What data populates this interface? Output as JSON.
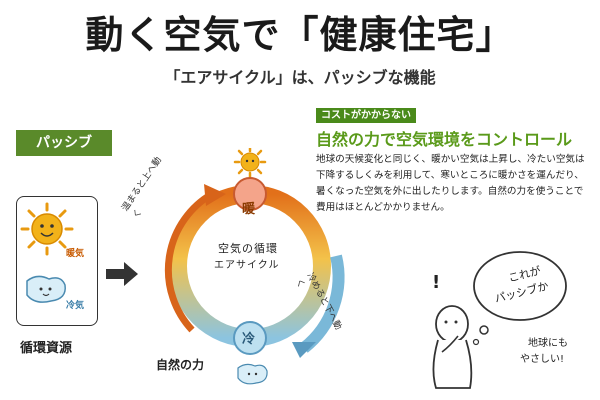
{
  "header": {
    "title": "動く空気で「健康住宅」",
    "subtitle": "「エアサイクル」は、パッシブな機能"
  },
  "left": {
    "badge": "パッシブ",
    "warm_label": "暖気",
    "cool_label": "冷気",
    "caption": "循環資源"
  },
  "cycle": {
    "warm_node": "暖",
    "cool_node": "冷",
    "center_line1": "空気の循環",
    "center_line2": "エアサイクル",
    "up_text": "温まると上へ動く",
    "down_text": "冷めると下へ動く",
    "caption": "自然の力"
  },
  "info": {
    "tag": "コストがかからない",
    "heading": "自然の力で空気環境をコントロール",
    "body": "地球の天候変化と同じく、暖かい空気は上昇し、冷たい空気は下降するしくみを利用して、寒いところに暖かさを運んだり、暑くなった空気を外に出したりします。自然の力を使うことで費用はほとんどかかりません。"
  },
  "character": {
    "exclaim": "!",
    "bubble_line1": "これが",
    "bubble_line2": "パッシブか",
    "side_line1": "地球にも",
    "side_line2": "やさしい!"
  },
  "colors": {
    "green": "#5a8a2a",
    "warm": "#e2701a",
    "cool": "#7ab8d8",
    "sun": "#f2b21a"
  }
}
